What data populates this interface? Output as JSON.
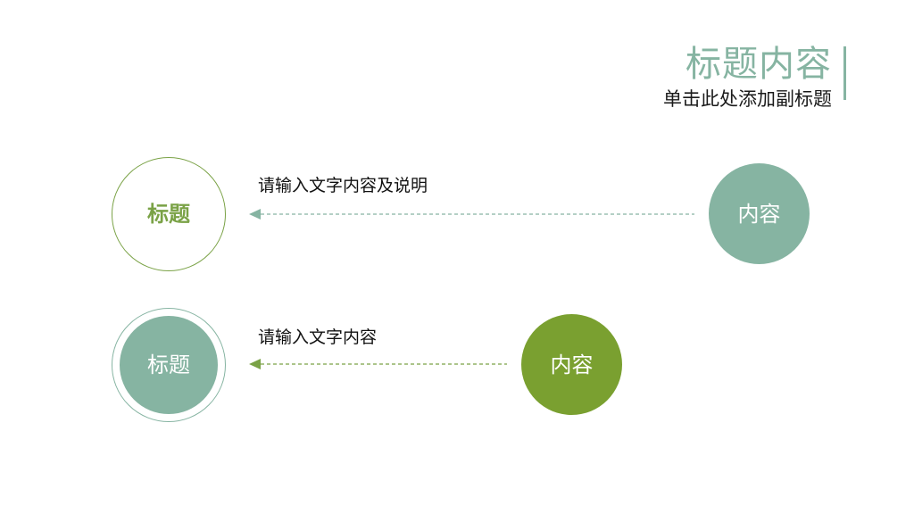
{
  "header": {
    "title": "标题内容",
    "subtitle": "单击此处添加副标题"
  },
  "rows": [
    {
      "left_label": "标题",
      "description": "请输入文字内容及说明",
      "right_label": "内容"
    },
    {
      "left_label": "标题",
      "description": "请输入文字内容",
      "right_label": "内容"
    }
  ],
  "colors": {
    "teal": "#86b4a2",
    "green": "#7aa246",
    "green_fill": "#7aa030",
    "text_dark": "#111111",
    "white": "#ffffff"
  },
  "icons": {
    "row1_arrow": "arrow-left",
    "row2_arrow": "arrow-left"
  }
}
